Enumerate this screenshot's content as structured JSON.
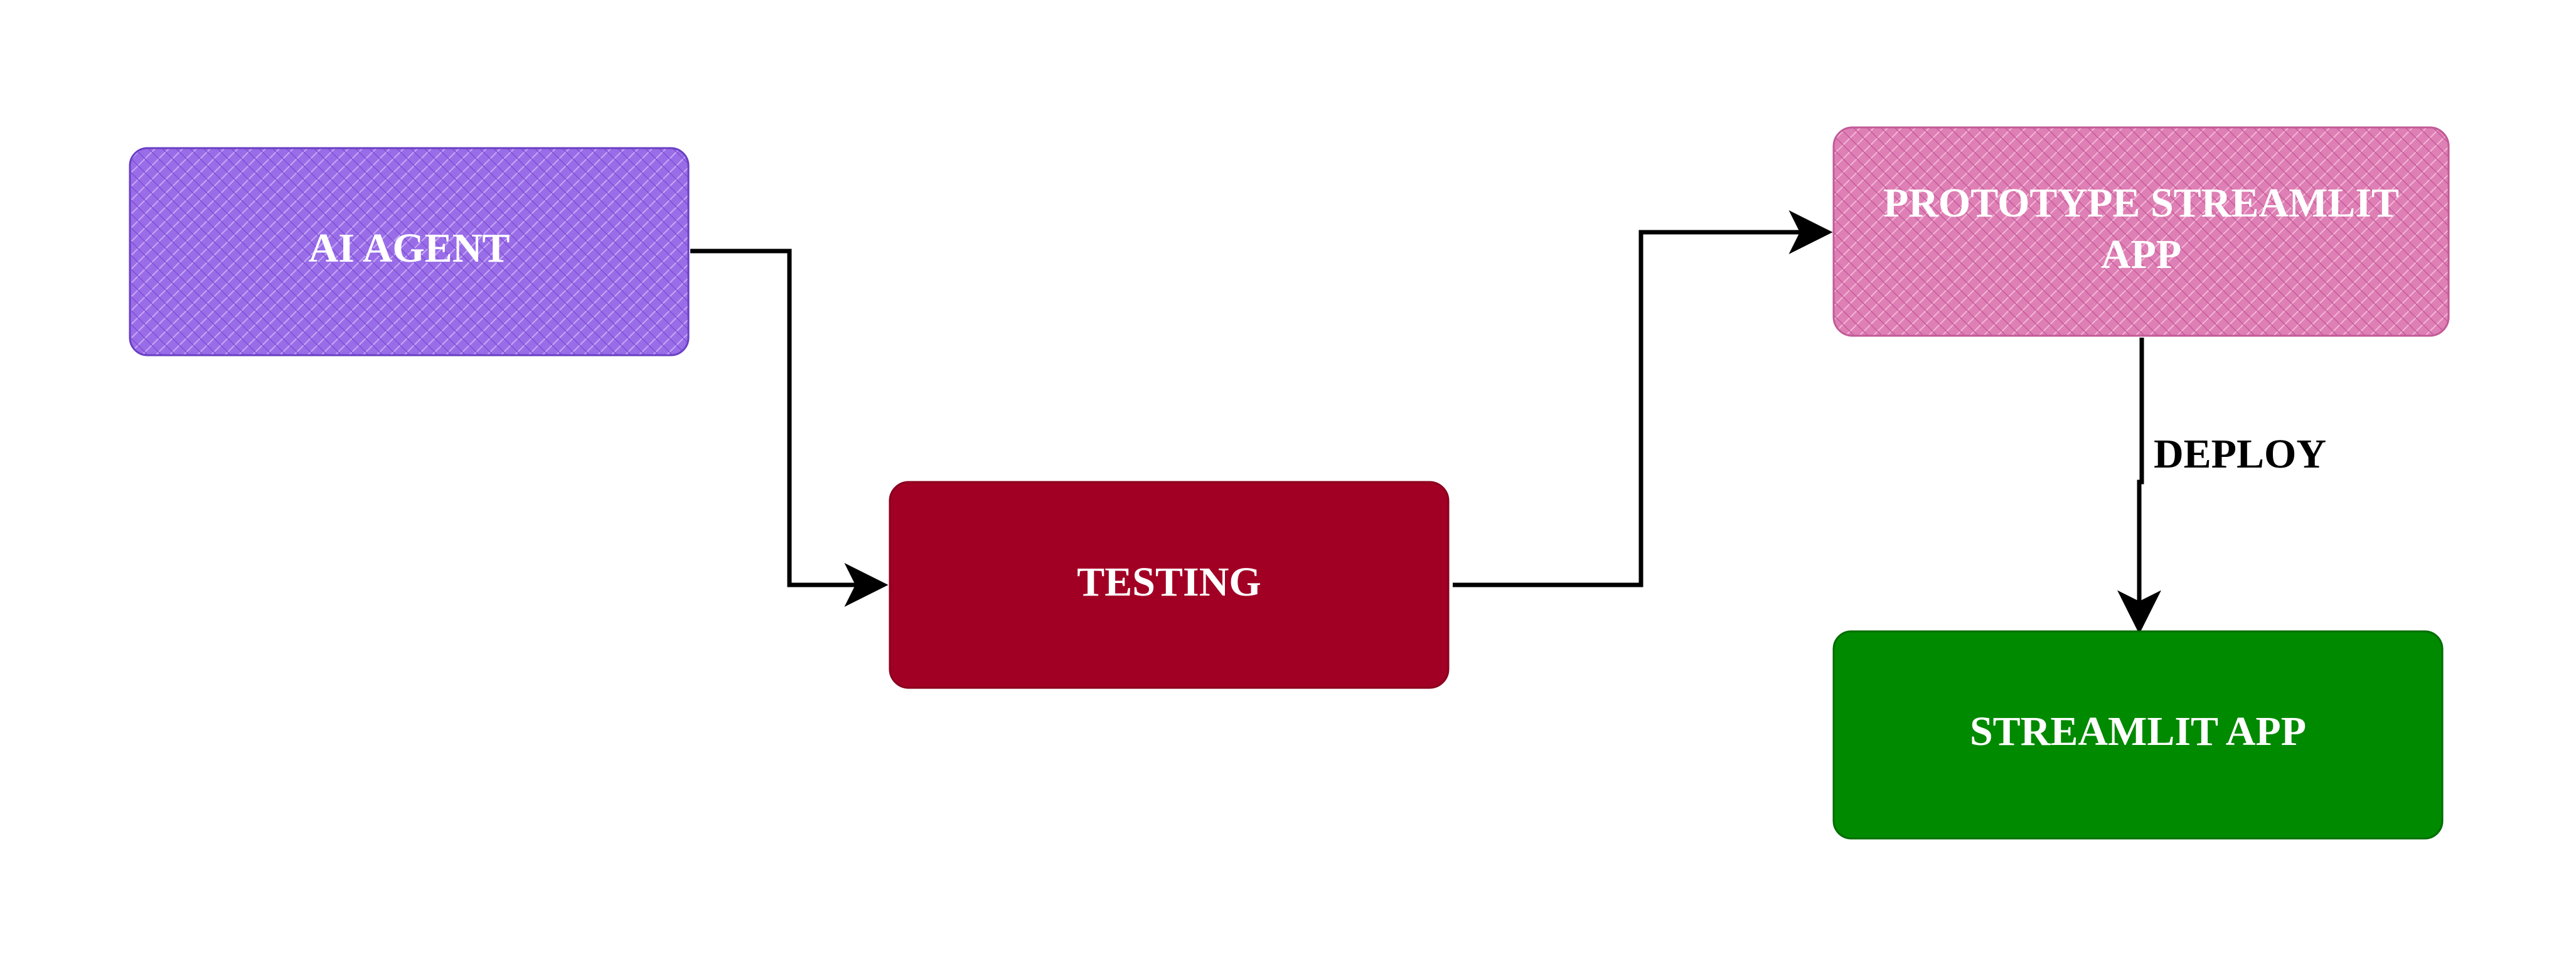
{
  "diagram": {
    "nodes": {
      "ai_agent": {
        "label": "AI AGENT",
        "fill": "#9a6de8",
        "stroke": "#6a3fc4"
      },
      "testing": {
        "label": "TESTING",
        "fill": "#a10024",
        "stroke": "#8a001e"
      },
      "prototype": {
        "label_line1": "PROTOTYPE STREAMLIT",
        "label_line2": "APP",
        "fill": "#de7fb5",
        "stroke": "#c25a97"
      },
      "streamlit_app": {
        "label": "STREAMLIT APP",
        "fill": "#008a00",
        "stroke": "#006e00"
      }
    },
    "edges": {
      "deploy_label": "DEPLOY"
    },
    "colors": {
      "edge": "#000000",
      "background": "#ffffff",
      "text": "#ffffff"
    }
  }
}
